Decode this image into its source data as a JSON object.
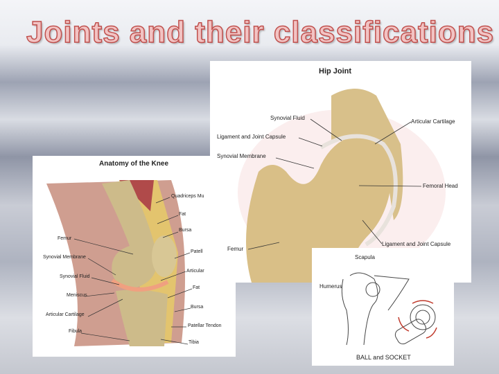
{
  "slide_title": "Joints and their classifications",
  "hip": {
    "title": "Hip Joint",
    "labels": [
      "Synovial Fluid",
      "Ligament and Joint Capsule",
      "Synovial Membrane",
      "Articular Cartilage",
      "Femoral Head",
      "Ligament and Joint Capsule",
      "Femur"
    ]
  },
  "knee": {
    "title": "Anatomy of the Knee",
    "labels": [
      "Quadriceps Mu",
      "Fat",
      "Bursa",
      "Patell",
      "Articular",
      "Fat",
      "Bursa",
      "Patellar Tendon",
      "Tibia",
      "Femur",
      "Synovial Membrane",
      "Synovial Fluid",
      "Meniscus",
      "Articular Cartilage",
      "Fibula"
    ]
  },
  "shoulder": {
    "labels": [
      "Scapula",
      "Humerus"
    ],
    "caption": "BALL and SOCKET"
  }
}
